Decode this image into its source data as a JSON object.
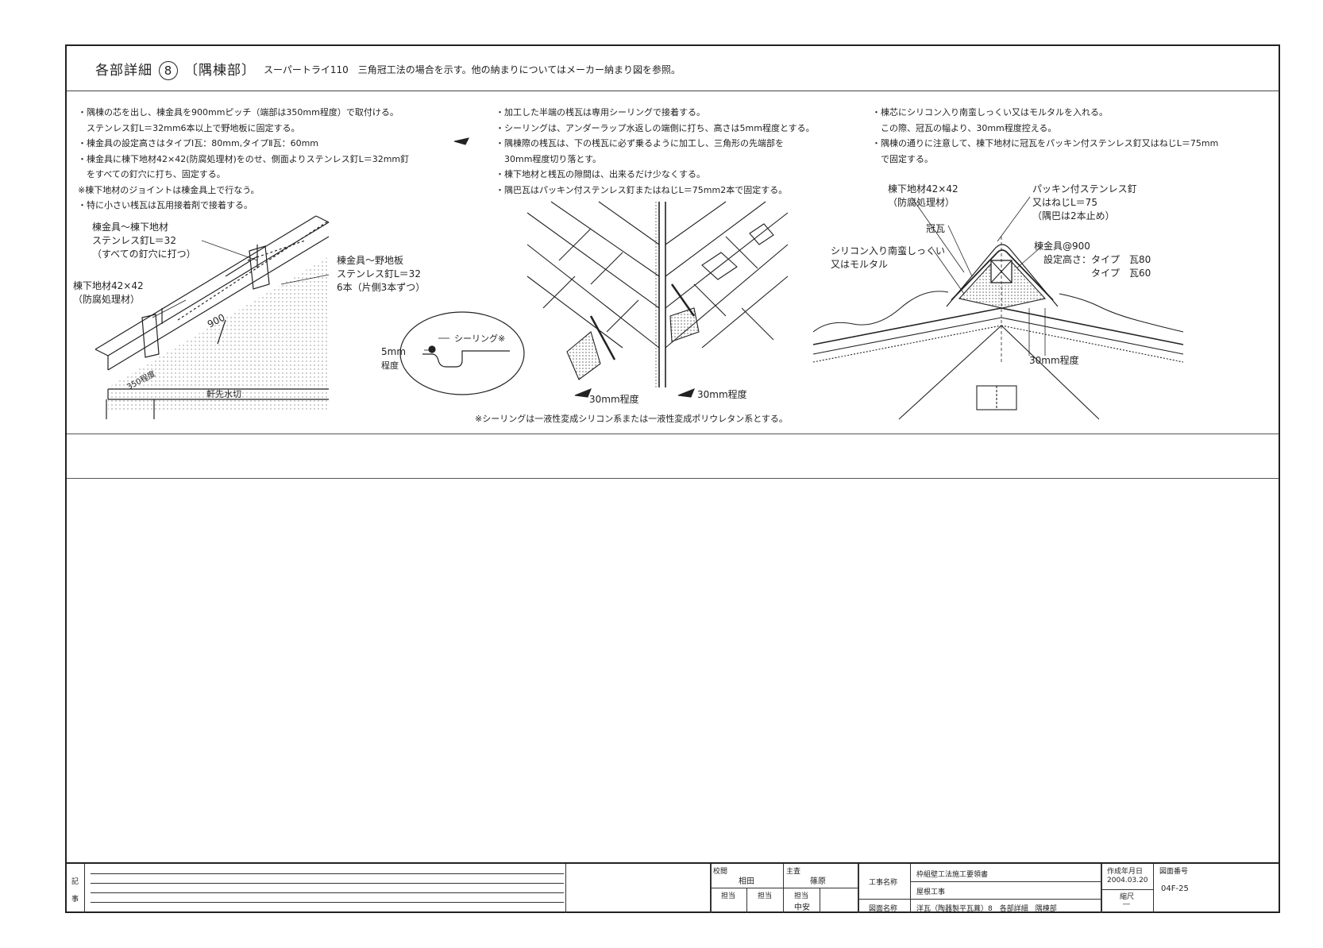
{
  "header": {
    "title": "各部詳細",
    "number": "8",
    "part": "〔隅棟部〕",
    "subtitle": "スーパートライ110　三角冠工法の場合を示す。他の納まりについてはメーカー納まり図を参照。"
  },
  "notes": {
    "left": "・隅棟の芯を出し、棟金具を900mmピッチ（端部は350mm程度）で取付ける。\n　ステンレス釘L＝32mm6本以上で野地板に固定する。\n・棟金具の設定高さはタイプⅠ瓦：80mm,タイプⅡ瓦：60mm\n・棟金具に棟下地材42×42(防腐処理材)をのせ、側面よりステンレス釘L＝32mm釘\n　をすべての釘穴に打ち、固定する。\n※棟下地材のジョイントは棟金具上で行なう。\n・特に小さい桟瓦は瓦用接着剤で接着する。",
    "middle": "・加工した半端の桟瓦は専用シーリングで接着する。\n・シーリングは、アンダーラップ水返しの端側に打ち、高さは5mm程度とする。\n・隅棟際の桟瓦は、下の桟瓦に必ず乗るように加工し、三角形の先端部を\n　30mm程度切り落とす。\n・棟下地材と桟瓦の隙間は、出来るだけ少なくする。\n・隅巴瓦はパッキン付ステンレス釘またはねじL＝75mm2本で固定する。",
    "right": "・棟芯にシリコン入り南蛮しっくい又はモルタルを入れる。\n　この際、冠瓦の幅より、30mm程度控える。\n・隅棟の通りに注意して、棟下地材に冠瓦をパッキン付ステンレス釘又はねじL＝75mm\n　で固定する。"
  },
  "labels": {
    "l_nail1": "棟金具～棟下地材\nステンレス釘L＝32\n（すべての釘穴に打つ）",
    "l_base": "棟下地材42×42\n（防腐処理材）",
    "l_nail2": "棟金具～野地板\nステンレス釘L＝32\n6本（片側3本ずつ）",
    "l_900": "900",
    "l_350": "350程度",
    "l_eave": "軒先水切",
    "m_seal": "シーリング※",
    "m_5mm": "5mm",
    "m_extent": "程度",
    "m_30a": "30mm程度",
    "m_30b": "30mm程度",
    "m_footnote": "※シーリングは一液性変成シリコン系または一液性変成ポリウレタン系とする。",
    "r_base": "棟下地材42×42\n（防腐処理材）",
    "r_nail": "パッキン付ステンレス釘\n又はねじL＝75\n（隅巴は2本止め）",
    "r_cap": "冠瓦",
    "r_mortar": "シリコン入り南蛮しっくい\n又はモルタル",
    "r_bracket": "棟金具@900\n　設定高さ：タイプ　瓦80\n　　　　　　タイプ　瓦60",
    "r_30": "30mm程度"
  },
  "titleblock": {
    "remarks_label": "記\n事",
    "check_label": "校閲",
    "check_name": "相田",
    "lead_label": "主査",
    "lead_name": "篠原",
    "s1": "担当",
    "s2": "担当",
    "s3": "担当",
    "s3_name": "中安",
    "project_label": "工事名称",
    "project_1": "枠組壁工法施工要領書",
    "project_2": "屋根工事",
    "drawing_label": "図面名称",
    "drawing_name": "洋瓦（陶器製平瓦葺）8　各部詳細　隅棟部",
    "date_label": "作成年月日",
    "date": "2004.03.20",
    "scale_label": "縮尺",
    "scale": "―",
    "num_label": "図面番号",
    "num": "04F-25"
  }
}
